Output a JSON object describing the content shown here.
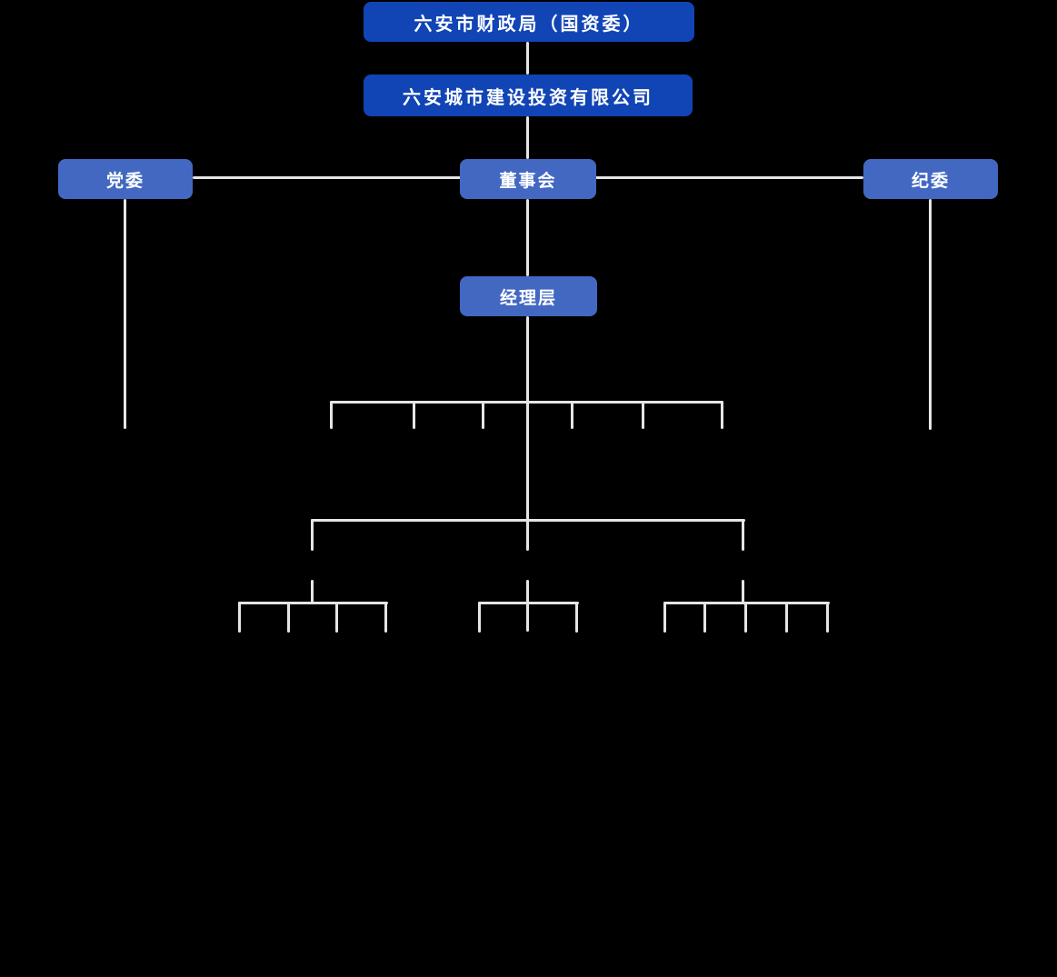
{
  "colors": {
    "background": "#000000",
    "node_primary": "#1144B5",
    "node_secondary": "#4268C2",
    "connector": "#E5E5E5",
    "text": "#FFFFFF"
  },
  "nodes": {
    "finance": {
      "label": "六安市财政局（国资委）"
    },
    "company": {
      "label": "六安城市建设投资有限公司"
    },
    "party": {
      "label": "党委"
    },
    "board": {
      "label": "董事会"
    },
    "discipline": {
      "label": "纪委"
    },
    "management": {
      "label": "经理层"
    }
  }
}
